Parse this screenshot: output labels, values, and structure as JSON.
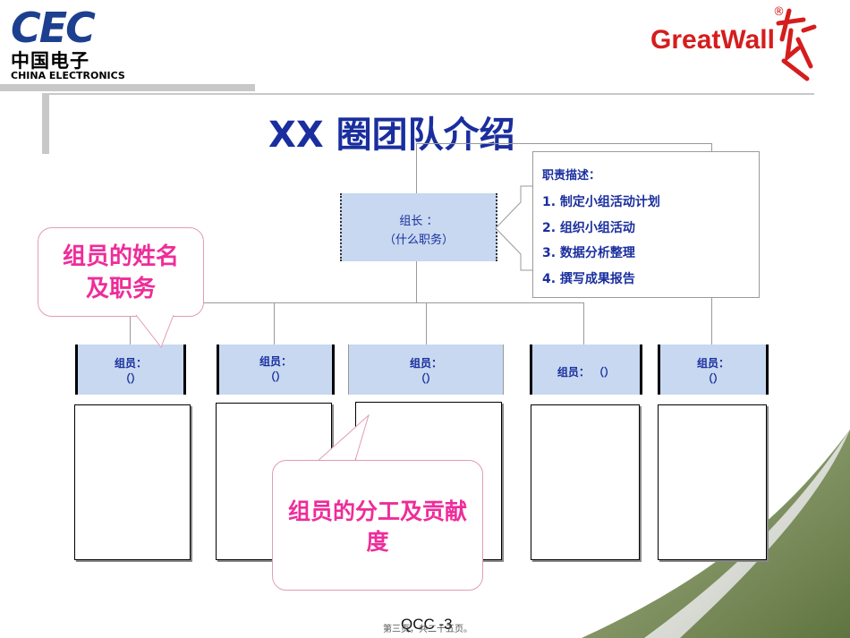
{
  "logos": {
    "cec_letters": "CEC",
    "cec_chinese": "中国电子",
    "cec_english": "CHINA ELECTRONICS",
    "greatwall_text": "GreatWall",
    "greatwall_registered": "®"
  },
  "slide": {
    "title": "XX 圈团队介绍"
  },
  "leader": {
    "line1": "组长 ：",
    "line2": "（什么职务）"
  },
  "duties": {
    "heading": "职责描述：",
    "items": [
      "1. 制定小组活动计划",
      "2. 组织小组活动",
      "3. 数据分析整理",
      "4. 撰写成果报告"
    ]
  },
  "members": [
    {
      "name": "组员：",
      "role": "（）"
    },
    {
      "name": "组员：",
      "role": "（）"
    },
    {
      "name": "组员：",
      "role": "（）"
    },
    {
      "name": "组员：",
      "role": "（）"
    },
    {
      "name": "组员：",
      "role": "（）"
    }
  ],
  "callouts": {
    "name_role": "组员的姓名及职务",
    "division": "组员的分工及贡献度"
  },
  "footer": {
    "page_text": "第三页，共二十五页。",
    "code": "QCC -3"
  },
  "colors": {
    "title_blue": "#1a2e9e",
    "box_fill": "#c7d8f0",
    "callout_pink": "#ef2c9a",
    "greatwall_red": "#d51d1d"
  }
}
